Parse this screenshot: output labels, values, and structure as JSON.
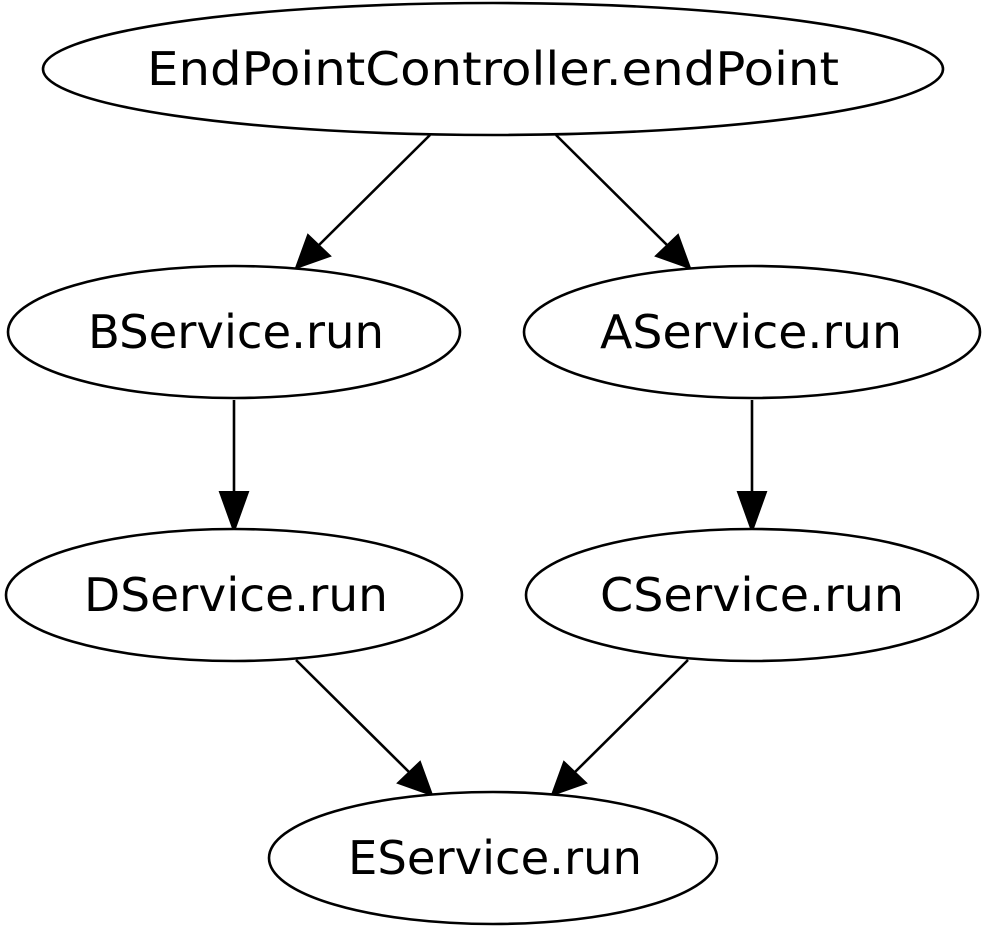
{
  "graph": {
    "nodes": [
      {
        "id": "endpoint",
        "label": "EndPointController.endPoint"
      },
      {
        "id": "b",
        "label": "BService.run"
      },
      {
        "id": "a",
        "label": "AService.run"
      },
      {
        "id": "d",
        "label": "DService.run"
      },
      {
        "id": "c",
        "label": "CService.run"
      },
      {
        "id": "e",
        "label": "EService.run"
      }
    ],
    "edges": [
      {
        "from": "endpoint",
        "to": "b"
      },
      {
        "from": "endpoint",
        "to": "a"
      },
      {
        "from": "b",
        "to": "d"
      },
      {
        "from": "a",
        "to": "c"
      },
      {
        "from": "d",
        "to": "e"
      },
      {
        "from": "c",
        "to": "e"
      }
    ]
  }
}
